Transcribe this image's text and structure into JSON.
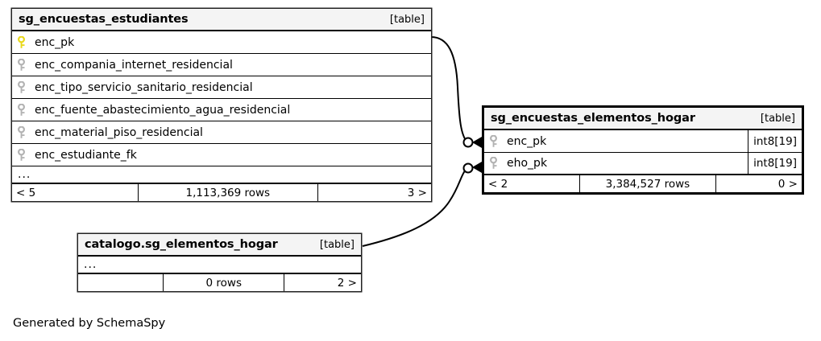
{
  "diagram": {
    "type": "entity-relationship-diagram",
    "caption": "Generated by SchemaSpy",
    "table_tag": "[table]",
    "ellipsis": "...",
    "tables": [
      {
        "id": "sg_encuestas_estudiantes",
        "title": "sg_encuestas_estudiantes",
        "tag": "[table]",
        "focal": false,
        "columns": [
          {
            "name": "enc_pk",
            "key": "primary",
            "type": ""
          },
          {
            "name": "enc_compania_internet_residencial",
            "key": "foreign",
            "type": ""
          },
          {
            "name": "enc_tipo_servicio_sanitario_residencial",
            "key": "foreign",
            "type": ""
          },
          {
            "name": "enc_fuente_abastecimiento_agua_residencial",
            "key": "foreign",
            "type": ""
          },
          {
            "name": "enc_material_piso_residencial",
            "key": "foreign",
            "type": ""
          },
          {
            "name": "enc_estudiante_fk",
            "key": "foreign",
            "type": ""
          }
        ],
        "has_more_columns": true,
        "footer": {
          "left": "< 5",
          "center": "1,113,369 rows",
          "right": "3 >"
        }
      },
      {
        "id": "sg_encuestas_elementos_hogar",
        "title": "sg_encuestas_elementos_hogar",
        "tag": "[table]",
        "focal": true,
        "columns": [
          {
            "name": "enc_pk",
            "key": "foreign",
            "type": "int8[19]"
          },
          {
            "name": "eho_pk",
            "key": "foreign",
            "type": "int8[19]"
          }
        ],
        "has_more_columns": false,
        "footer": {
          "left": "< 2",
          "center": "3,384,527 rows",
          "right": "0 >"
        }
      },
      {
        "id": "catalogo_sg_elementos_hogar",
        "title": "catalogo.sg_elementos_hogar",
        "tag": "[table]",
        "focal": false,
        "columns": [],
        "has_more_columns": true,
        "footer": {
          "left": "",
          "center": "0 rows",
          "right": "2 >"
        }
      }
    ],
    "relationships": [
      {
        "from": "sg_encuestas_estudiantes.enc_pk",
        "to": "sg_encuestas_elementos_hogar.enc_pk",
        "from_cardinality": "zero-or-one",
        "to_cardinality": "many"
      },
      {
        "from": "catalogo.sg_elementos_hogar",
        "to": "sg_encuestas_elementos_hogar.eho_pk",
        "from_cardinality": "zero-or-one",
        "to_cardinality": "many"
      }
    ],
    "colors": {
      "primary_key": "#e8d81a",
      "foreign_key": "#b3b3b3",
      "header_bg": "#f4f4f4",
      "border": "#000000",
      "background": "#ffffff"
    }
  }
}
